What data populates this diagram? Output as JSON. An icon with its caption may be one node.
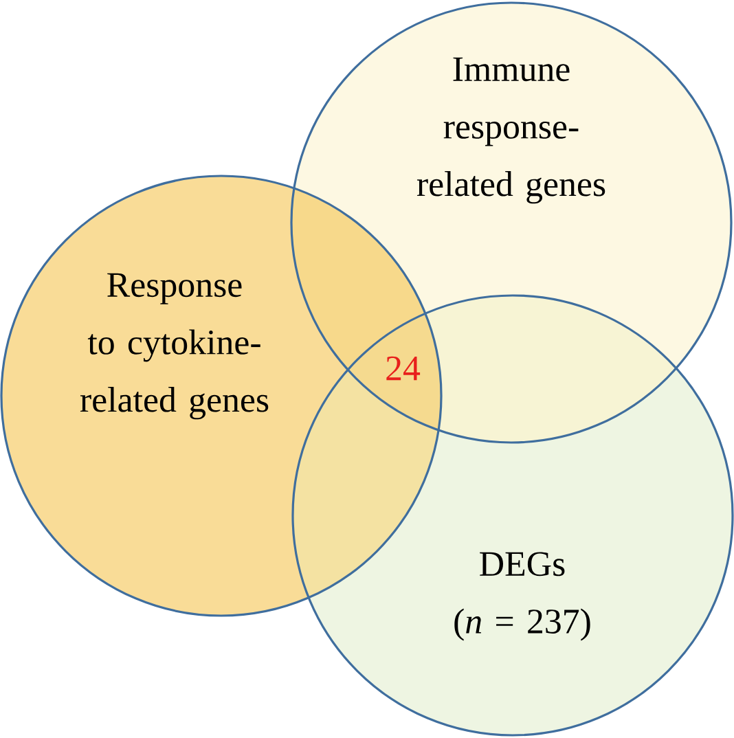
{
  "diagram": {
    "nodes": [
      {
        "text": [
          "Immune response-related genes"
        ]
      },
      {
        "text": [
          "Response to cytokine-related genes"
        ]
      },
      {
        "text": [
          "DEGs",
          "(*n* = 237)"
        ]
      }
    ],
    "labels": [
      "24"
    ]
  }
}
